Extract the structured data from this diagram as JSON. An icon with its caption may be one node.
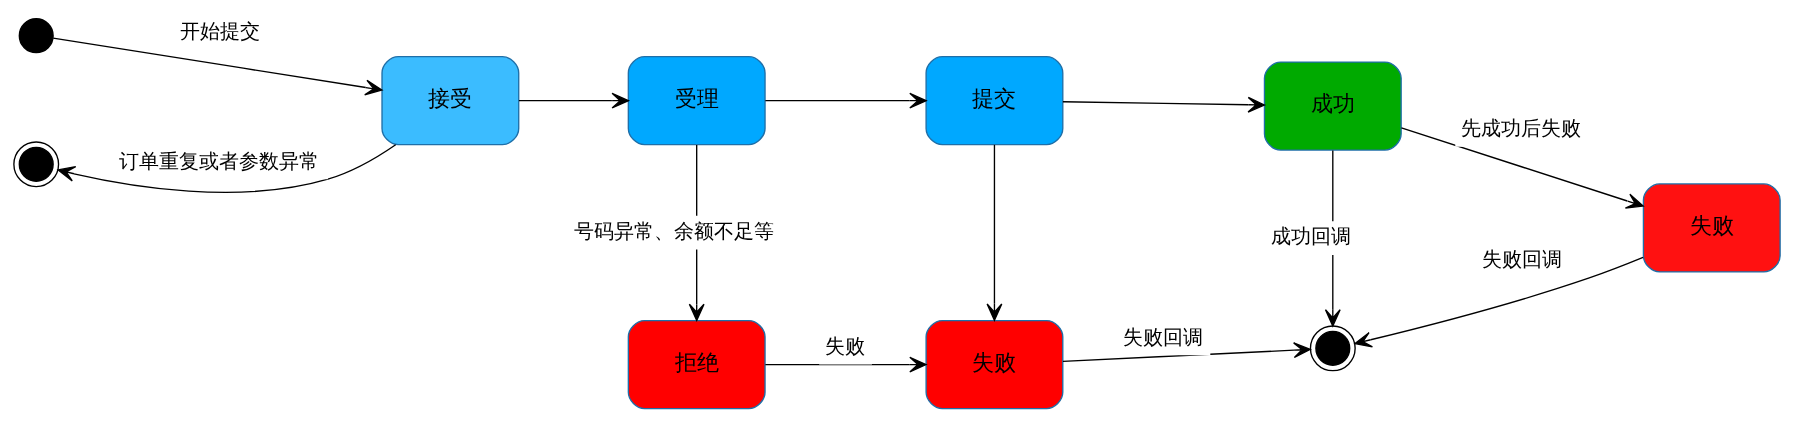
{
  "diagram": {
    "nodes": [
      {
        "text": [],
        "shape": "circle"
      },
      {
        "text": [
          "接受"
        ]
      },
      {
        "text": [
          "受理"
        ]
      },
      {
        "text": [
          "提交"
        ]
      },
      {
        "text": [
          "成功"
        ]
      },
      {
        "text": [
          "失败"
        ]
      },
      {
        "text": [],
        "shape": "circle"
      },
      {
        "text": [
          "拒绝"
        ]
      },
      {
        "text": [
          "失败"
        ]
      },
      {
        "text": [],
        "shape": "circle"
      }
    ],
    "edges": [
      {
        "from": 0,
        "to": 1,
        "arrow": "to",
        "label": "开始提交"
      },
      {
        "from": 1,
        "to": 2,
        "arrow": "to"
      },
      {
        "from": 2,
        "to": 3,
        "arrow": "to"
      },
      {
        "from": 3,
        "to": 4,
        "arrow": "to"
      },
      {
        "from": 4,
        "to": 5,
        "arrow": "to",
        "label": "先成功后失败"
      },
      {
        "from": 1,
        "to": 6,
        "arrow": "to",
        "label": "订单重复或者参数异常"
      },
      {
        "from": 2,
        "to": 7,
        "arrow": "to",
        "label": "号码异常、余额不足等"
      },
      {
        "from": 3,
        "to": 8,
        "arrow": "to"
      },
      {
        "from": 7,
        "to": 8,
        "arrow": "to",
        "label": "失败"
      },
      {
        "from": 8,
        "to": 9,
        "arrow": "to",
        "label": "失败回调"
      },
      {
        "from": 4,
        "to": 9,
        "arrow": "to",
        "label": "成功回调"
      },
      {
        "from": 5,
        "to": 9,
        "arrow": "to",
        "label": "失败回调"
      }
    ]
  }
}
